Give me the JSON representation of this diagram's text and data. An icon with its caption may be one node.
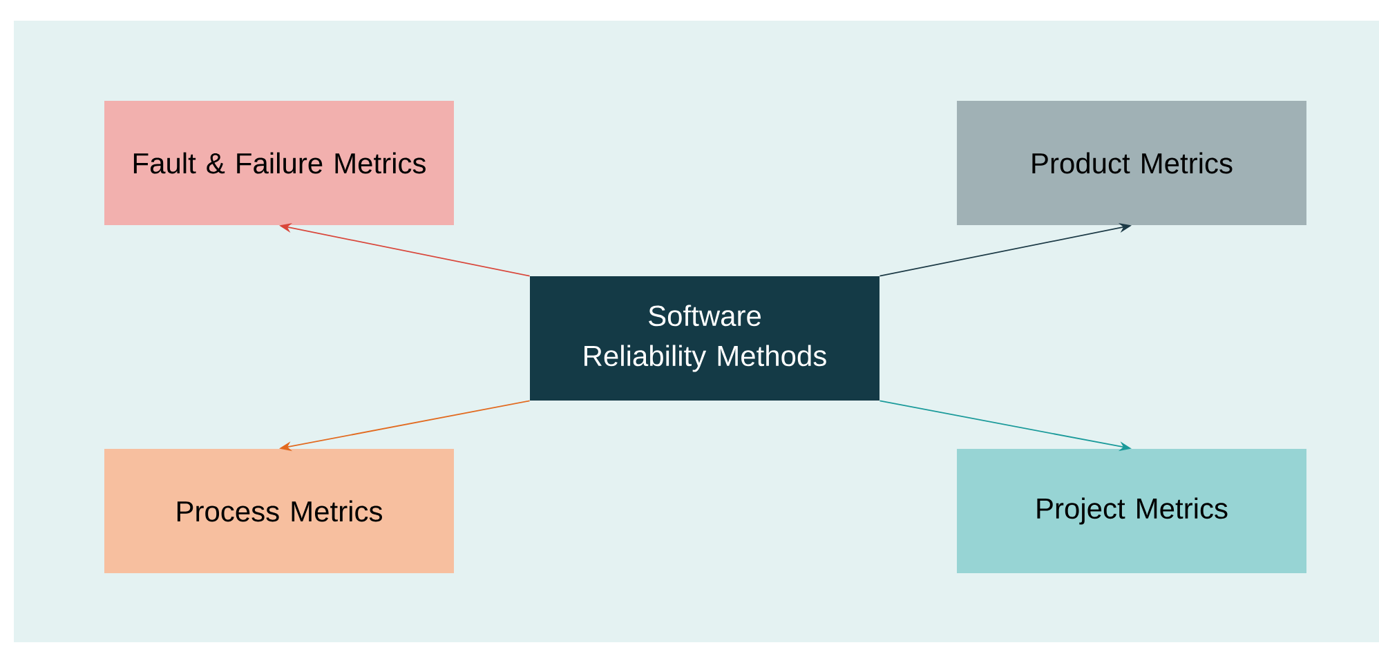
{
  "diagram": {
    "nodes": [
      {
        "text": [
          "Fault & Failure Metrics"
        ]
      },
      {
        "text": [
          "Product Metrics"
        ]
      },
      {
        "text": [
          "Software Reliability Methods"
        ]
      },
      {
        "text": [
          "Process Metrics"
        ]
      },
      {
        "text": [
          "Project Metrics"
        ]
      }
    ],
    "edges": [
      {
        "from": 2,
        "to": 0,
        "arrow": "to",
        "color": "#d9463a"
      },
      {
        "from": 2,
        "to": 1,
        "arrow": "to",
        "color": "#1c3a46"
      },
      {
        "from": 2,
        "to": 3,
        "arrow": "to",
        "color": "#e26a1f"
      },
      {
        "from": 2,
        "to": 4,
        "arrow": "to",
        "color": "#1a9a9a"
      }
    ]
  }
}
